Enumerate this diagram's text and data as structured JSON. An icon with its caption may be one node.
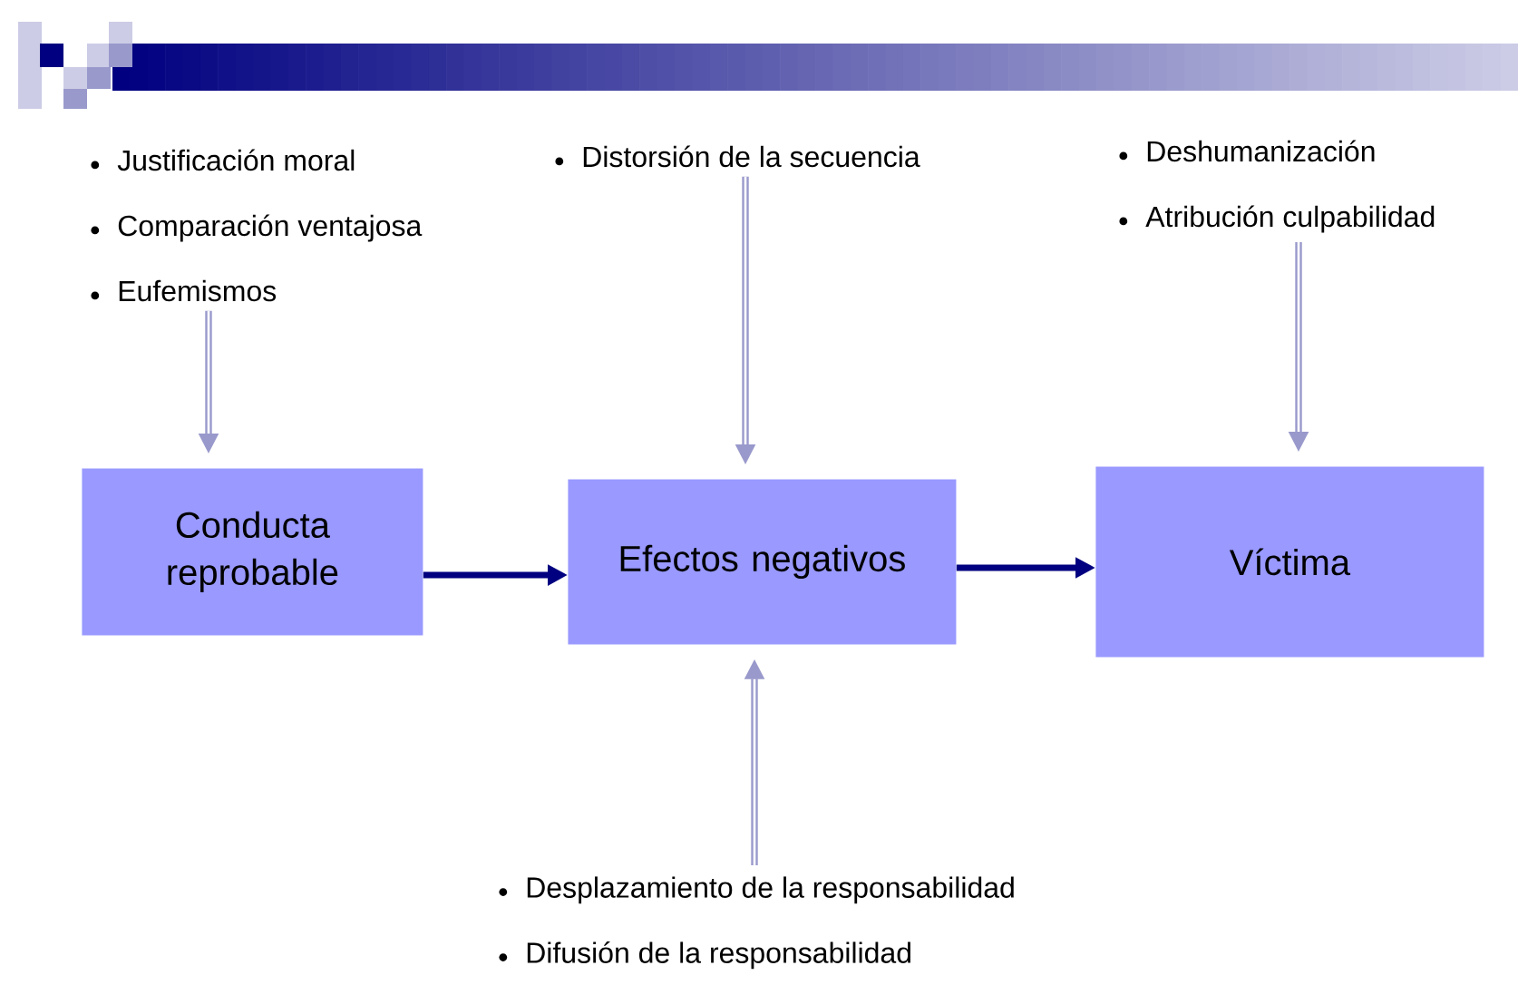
{
  "diagram": {
    "nodes": [
      {
        "text": [
          "Justificación moral",
          "Comparación ventajosa",
          "Eufemismos"
        ]
      },
      {
        "text": [
          "Distorsión de la secuencia"
        ]
      },
      {
        "text": [
          "Deshumanización",
          "Atribución culpabilidad"
        ]
      },
      {
        "text": [
          "Conducta reprobable"
        ]
      },
      {
        "text": [
          "Efectos negativos"
        ]
      },
      {
        "text": [
          "Víctima"
        ]
      },
      {
        "text": [
          "Desplazamiento de la responsabilidad",
          "Difusión de la responsabilidad"
        ]
      }
    ],
    "edges": [
      {
        "from": 0,
        "to": 3,
        "arrow": "to"
      },
      {
        "from": 1,
        "to": 4,
        "arrow": "to"
      },
      {
        "from": 2,
        "to": 5,
        "arrow": "to"
      },
      {
        "from": 3,
        "to": 4,
        "arrow": "to",
        "color": "#000080"
      },
      {
        "from": 4,
        "to": 5,
        "arrow": "to",
        "color": "#000080"
      },
      {
        "from": 6,
        "to": 4,
        "arrow": "to"
      }
    ]
  }
}
